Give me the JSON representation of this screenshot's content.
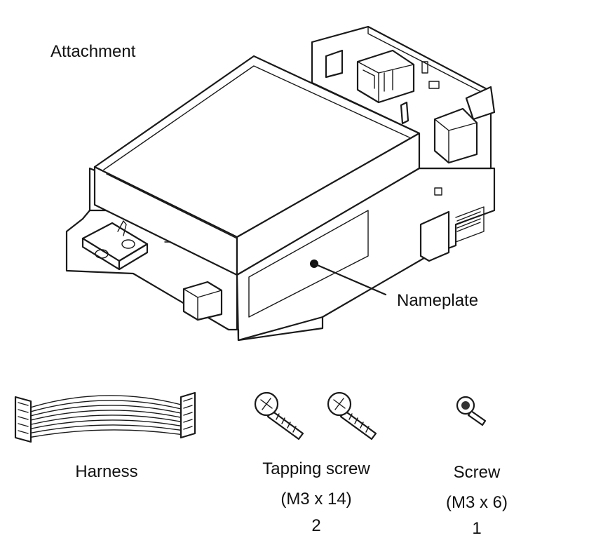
{
  "labels": {
    "attachment": "Attachment",
    "nameplate": "Nameplate",
    "harness": "Harness",
    "tapping_screw": "Tapping screw",
    "tapping_screw_size": "(M3 x 14)",
    "tapping_screw_qty": "2",
    "screw": "Screw",
    "screw_size": "(M3 x 6)",
    "screw_qty": "1"
  }
}
